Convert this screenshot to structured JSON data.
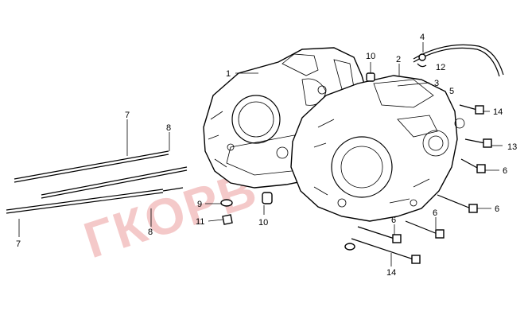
{
  "watermark": {
    "text": "ГКОРВ",
    "color": "#e88a8a"
  },
  "callouts": [
    {
      "key": "c1",
      "text": "1"
    },
    {
      "key": "c2",
      "text": "2"
    },
    {
      "key": "c3",
      "text": "3"
    },
    {
      "key": "c4",
      "text": "4"
    },
    {
      "key": "c5",
      "text": "5"
    },
    {
      "key": "c6a",
      "text": "6"
    },
    {
      "key": "c6b",
      "text": "6"
    },
    {
      "key": "c6c",
      "text": "6"
    },
    {
      "key": "c6d",
      "text": "6"
    },
    {
      "key": "c7a",
      "text": "7"
    },
    {
      "key": "c7b",
      "text": "7"
    },
    {
      "key": "c8a",
      "text": "8"
    },
    {
      "key": "c8b",
      "text": "8"
    },
    {
      "key": "c9",
      "text": "9"
    },
    {
      "key": "c10a",
      "text": "10"
    },
    {
      "key": "c10b",
      "text": "10"
    },
    {
      "key": "c11",
      "text": "11"
    },
    {
      "key": "c12",
      "text": "12"
    },
    {
      "key": "c13",
      "text": "13"
    },
    {
      "key": "c14a",
      "text": "14"
    },
    {
      "key": "c14b",
      "text": "14"
    }
  ]
}
